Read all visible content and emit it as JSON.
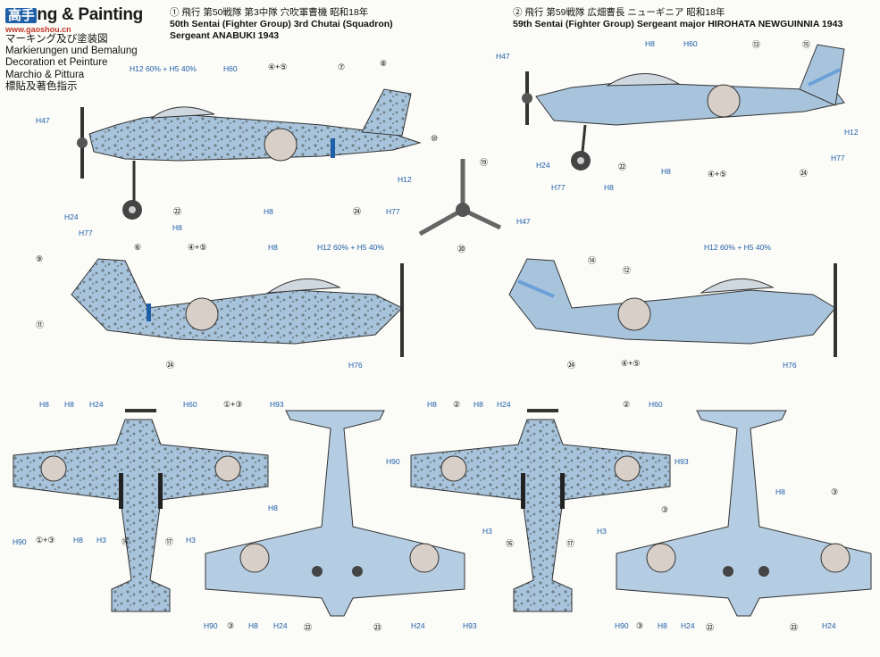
{
  "header": {
    "logo_text": "高手",
    "title_rest": "ng & Painting",
    "watermark": "www.gaoshou.cn",
    "languages": [
      "マーキング及び塗装図",
      "Markierungen und Bemalung",
      "Decoration et Peinture",
      "Marchio & Pittura",
      "標貼及著色指示"
    ]
  },
  "schemes": [
    {
      "number": "①",
      "jp": "飛行 第50戦隊 第3中隊 穴吹軍曹機 昭和18年",
      "line1": "50th Sentai (Fighter Group) 3rd Chutai (Squadron)",
      "line2": "Sergeant ANABUKI 1943"
    },
    {
      "number": "②",
      "jp": "飛行 第59戦隊 広畑曹長 ニューギニア 昭和18年",
      "line1": "59th Sentai (Fighter Group) Sergeant major HIROHATA NEWGUINNIA 1943",
      "line2": ""
    }
  ],
  "colors": {
    "camo_base": "#a8c4dc",
    "camo_spot": "#6f7f85",
    "ink": "#1f5fa8",
    "underside": "#b4cde2",
    "hinomaru": "#d8d0c8",
    "tail_blue": "#6ca0d8"
  },
  "labels": {
    "h47": "H47",
    "h12_60_h5_40": "H12 60% + H5 40%",
    "h60": "H60",
    "h24": "H24",
    "h77": "H77",
    "h8": "H8",
    "h12": "H12",
    "h76": "H76",
    "h90": "H90",
    "h93": "H93",
    "h3": "H3",
    "c4p5": "④+⑤",
    "c7": "⑦",
    "c8": "⑧",
    "c10": "⑩",
    "c22": "㉒",
    "c24": "㉔",
    "c6": "⑥",
    "c9": "⑨",
    "c11": "⑪",
    "c13": "⑬",
    "c15": "⑮",
    "c14": "⑭",
    "c12": "⑫",
    "c19": "⑲",
    "c20": "⑳",
    "c1p3": "①+③",
    "c2": "②",
    "c3": "③",
    "c16": "⑯",
    "c17": "⑰",
    "c23": "㉓"
  }
}
